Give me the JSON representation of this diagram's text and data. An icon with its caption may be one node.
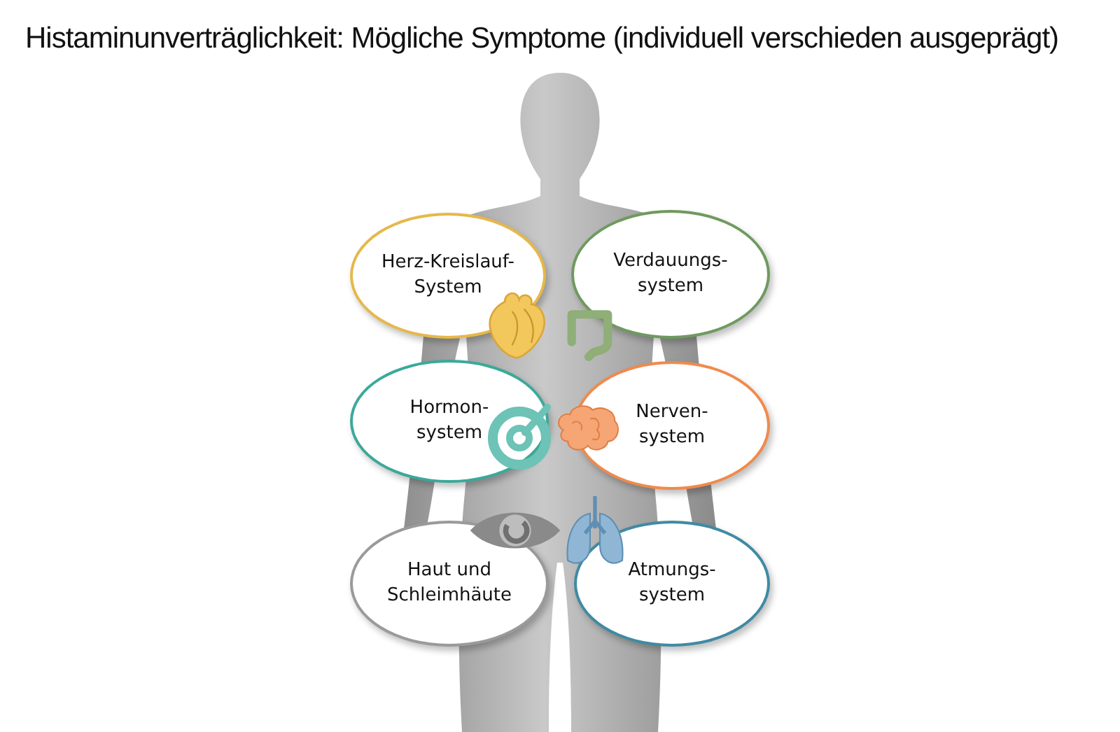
{
  "diagram": {
    "title": "Histaminunverträglichkeit: Mögliche Symptome (individuell verschieden ausgeprägt)",
    "nodes": [
      {
        "text": [
          "Herz-Kreislauf-System"
        ]
      },
      {
        "text": [
          "Verdauungs-system"
        ]
      },
      {
        "text": [
          "Hormon-system"
        ]
      },
      {
        "text": [
          "Nerven-system"
        ]
      },
      {
        "text": [
          "Haut und Schleimhäute"
        ]
      },
      {
        "text": [
          "Atmungs-system"
        ]
      }
    ]
  }
}
